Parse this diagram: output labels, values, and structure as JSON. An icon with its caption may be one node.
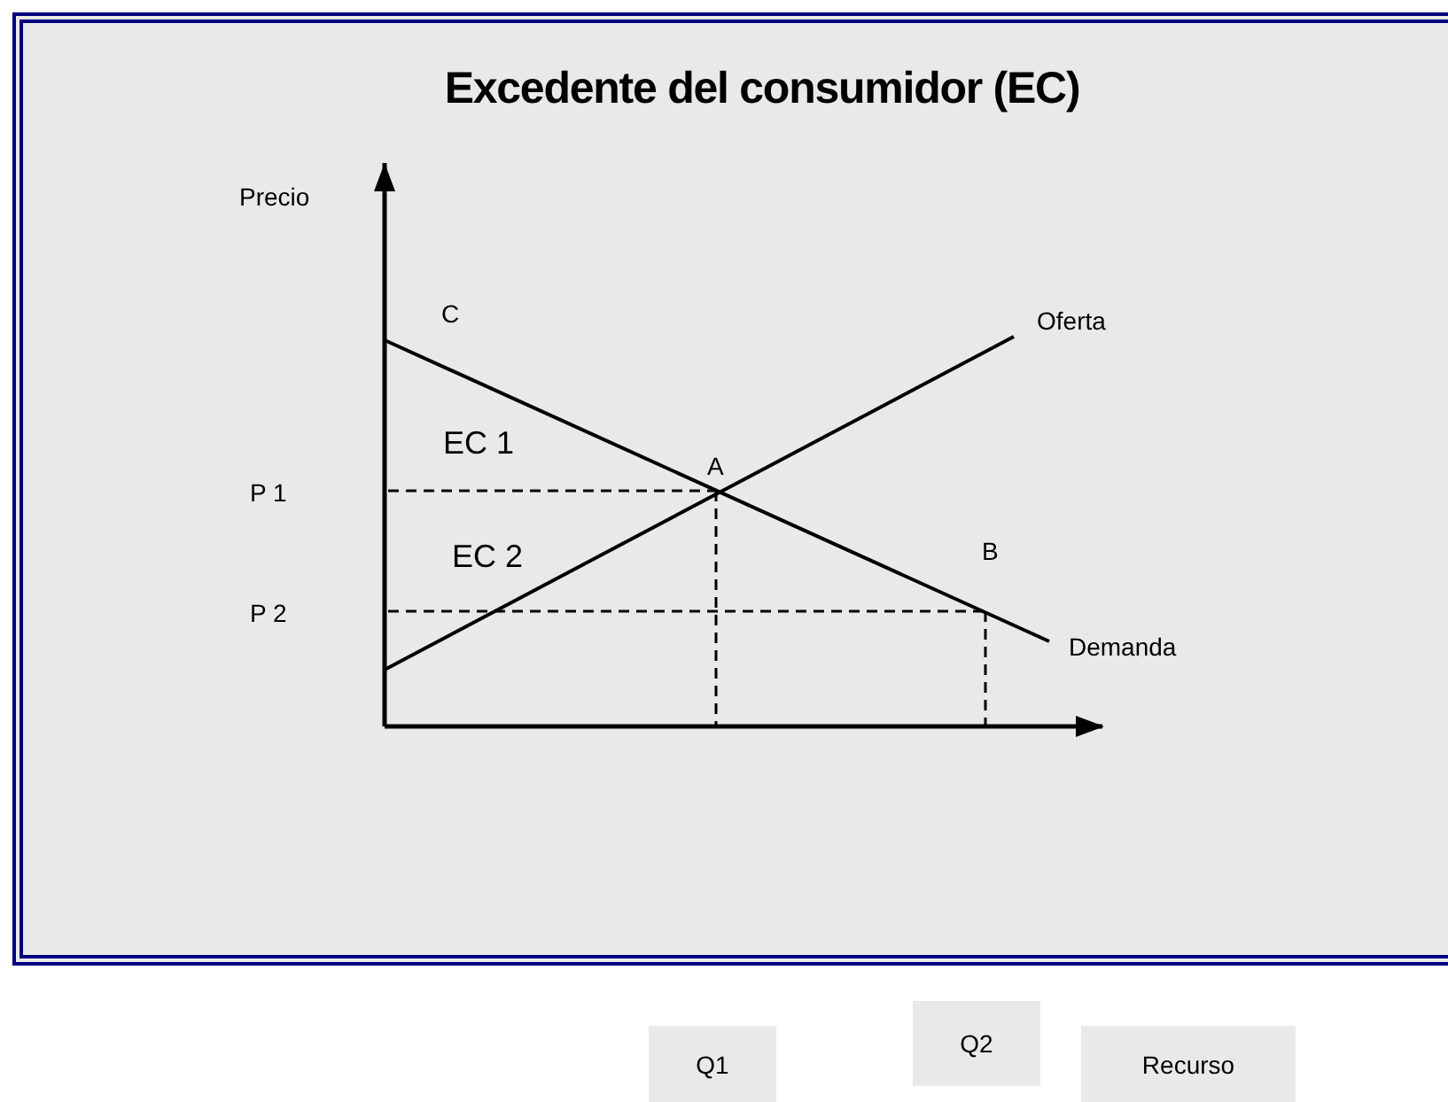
{
  "diagram": {
    "title": "Excedente del consumidor (EC)",
    "nodes": [
      {
        "text": [
          "Q1"
        ]
      },
      {
        "text": [
          "Q2"
        ]
      },
      {
        "text": [
          "Recurso"
        ]
      }
    ],
    "edges": [],
    "labels": [
      "Precio",
      "C",
      "Oferta",
      "EC 1",
      "A",
      "P 1",
      "EC 2",
      "B",
      "P 2",
      "Demanda"
    ]
  }
}
